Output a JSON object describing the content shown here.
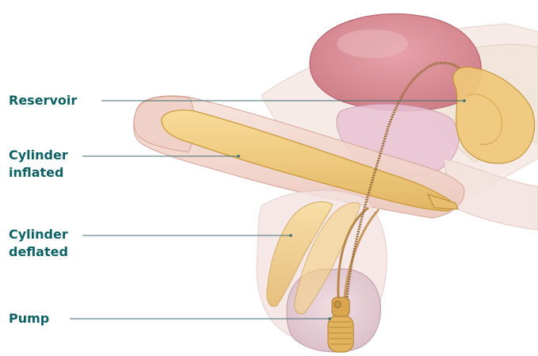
{
  "colors": {
    "label_text": "#0e6165",
    "leader_line": "#3d6e72",
    "skin": "#f3d9cf",
    "skin_edge": "#d9a99d",
    "bladder": "#d98f97",
    "prosthesis": "#f2c979",
    "prosthesis_edge": "#c99a3f",
    "tube": "#a77b45",
    "background": "#ffffff"
  },
  "labels": {
    "reservoir": {
      "line1": "Reservoir"
    },
    "cylinder_inflated": {
      "line1": "Cylinder",
      "line2": "inflated"
    },
    "cylinder_deflated": {
      "line1": "Cylinder",
      "line2": "deflated"
    },
    "pump": {
      "line1": "Pump"
    }
  }
}
